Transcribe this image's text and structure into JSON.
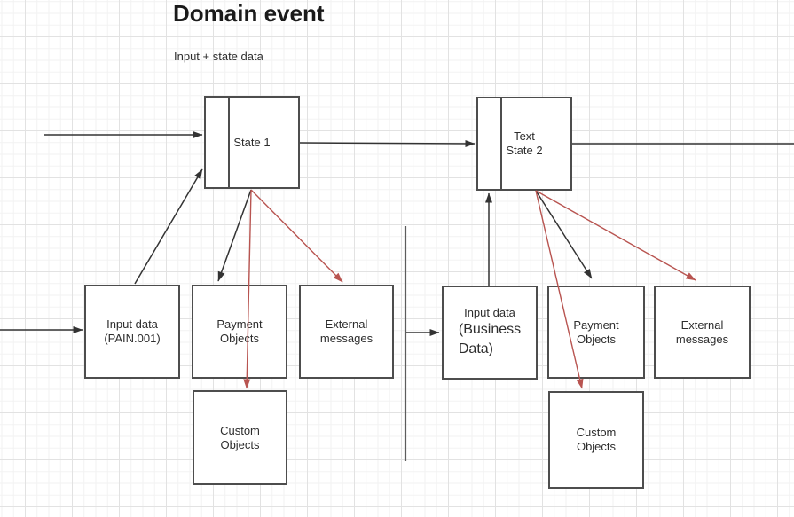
{
  "title": "Domain event",
  "subtitle": "Input + state data",
  "colors": {
    "shape_border": "#4d4d4d",
    "arrow_black": "#333333",
    "arrow_red": "#b85450",
    "divider_line": "#5c5c5c",
    "text": "#2d2d2d",
    "grid_minor": "#f2f2f2",
    "grid_major": "#e2e2e2",
    "background": "#ffffff"
  },
  "nodes": {
    "state1": {
      "label": "State 1"
    },
    "state2": {
      "line1": "Text",
      "line2": "State 2"
    },
    "input_pain": {
      "line1": "Input data",
      "line2": "(PAIN.001)"
    },
    "payment_left": {
      "line1": "Payment",
      "line2": "Objects"
    },
    "external_left": {
      "line1": "External",
      "line2": "messages"
    },
    "custom_left": {
      "line1": "Custom",
      "line2": "Objects"
    },
    "input_business": {
      "line1": "Input data",
      "line2": "(Business",
      "line3": "Data)"
    },
    "payment_right": {
      "line1": "Payment",
      "line2": "Objects"
    },
    "external_right": {
      "line1": "External",
      "line2": "messages"
    },
    "custom_right": {
      "line1": "Custom",
      "line2": "Objects"
    }
  },
  "edges": [
    {
      "from": "offscreen-left",
      "to": "state1",
      "color": "black",
      "arrow": true
    },
    {
      "from": "offscreen-left",
      "to": "input_pain",
      "color": "black",
      "arrow": true
    },
    {
      "from": "input_pain",
      "to": "state1",
      "color": "black",
      "arrow": true
    },
    {
      "from": "state1",
      "to": "payment_left",
      "color": "black",
      "arrow": true
    },
    {
      "from": "state1",
      "to": "custom_left",
      "color": "red",
      "arrow": true
    },
    {
      "from": "state1",
      "to": "external_left",
      "color": "red",
      "arrow": true
    },
    {
      "from": "state1",
      "to": "state2",
      "color": "black",
      "arrow": true
    },
    {
      "from": "state2",
      "to": "offscreen-right",
      "color": "black",
      "arrow": false
    },
    {
      "from": "divider",
      "to": "input_business",
      "color": "black",
      "arrow": true
    },
    {
      "from": "input_business",
      "to": "state2",
      "color": "black",
      "arrow": true
    },
    {
      "from": "state2",
      "to": "payment_right",
      "color": "black",
      "arrow": true
    },
    {
      "from": "state2",
      "to": "custom_right",
      "color": "red",
      "arrow": true
    },
    {
      "from": "state2",
      "to": "external_right",
      "color": "red",
      "arrow": true
    }
  ]
}
